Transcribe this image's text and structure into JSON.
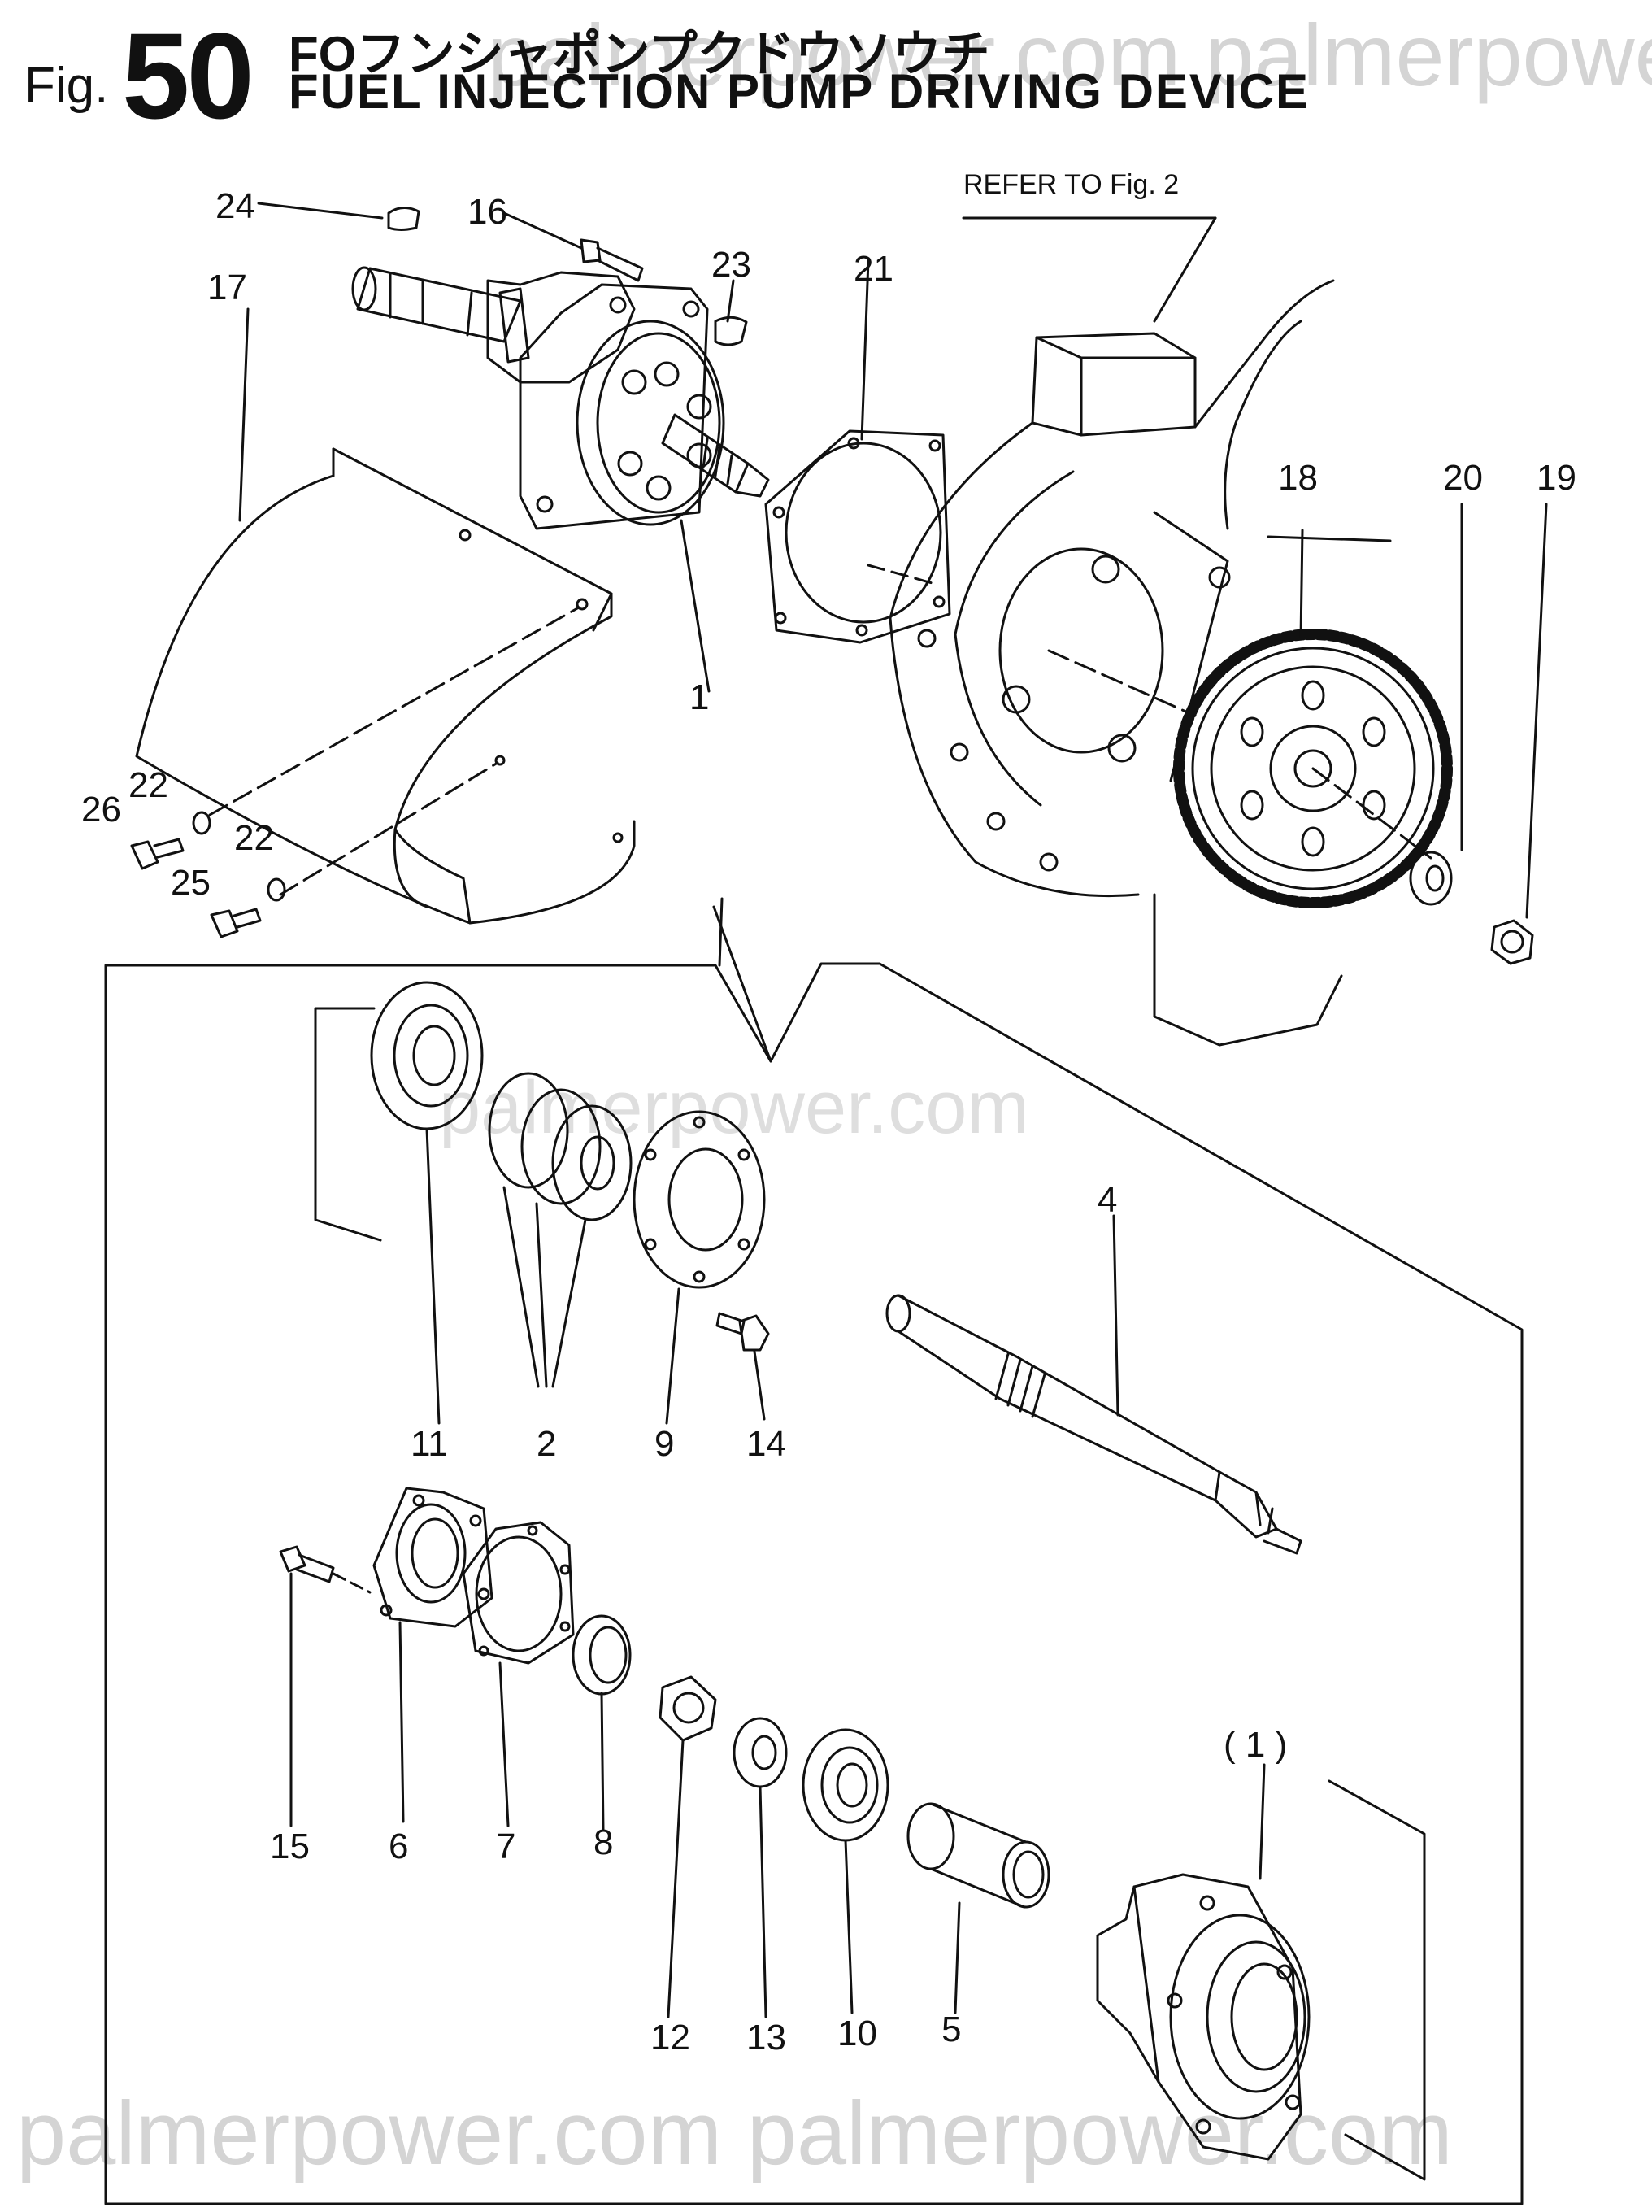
{
  "header": {
    "fig_prefix": "Fig.",
    "fig_number": "50",
    "title_jp": "FOフンシャポンプクドウソウチ",
    "title_en": "FUEL INJECTION PUMP DRIVING DEVICE"
  },
  "reference_note": "REFER TO Fig. 2",
  "callouts": [
    {
      "id": "c24",
      "text": "24"
    },
    {
      "id": "c16",
      "text": "16"
    },
    {
      "id": "c23",
      "text": "23"
    },
    {
      "id": "c21",
      "text": "21"
    },
    {
      "id": "c17",
      "text": "17"
    },
    {
      "id": "c18",
      "text": "18"
    },
    {
      "id": "c20",
      "text": "20"
    },
    {
      "id": "c19",
      "text": "19"
    },
    {
      "id": "c1",
      "text": "1"
    },
    {
      "id": "c26",
      "text": "26"
    },
    {
      "id": "c22a",
      "text": "22"
    },
    {
      "id": "c22b",
      "text": "22"
    },
    {
      "id": "c25",
      "text": "25"
    },
    {
      "id": "c4",
      "text": "4"
    },
    {
      "id": "c11",
      "text": "11"
    },
    {
      "id": "c2",
      "text": "2"
    },
    {
      "id": "c9",
      "text": "9"
    },
    {
      "id": "c14",
      "text": "14"
    },
    {
      "id": "c15",
      "text": "15"
    },
    {
      "id": "c6",
      "text": "6"
    },
    {
      "id": "c7",
      "text": "7"
    },
    {
      "id": "c8",
      "text": "8"
    },
    {
      "id": "c12",
      "text": "12"
    },
    {
      "id": "c13",
      "text": "13"
    },
    {
      "id": "c10",
      "text": "10"
    },
    {
      "id": "c5",
      "text": "5"
    },
    {
      "id": "c1p",
      "text": "( 1 )"
    }
  ],
  "watermarks": {
    "top": "palmerpower.com   palmerpower",
    "middle": "palmerpower.com",
    "bottom": "palmerpower.com   palmerpower.com"
  },
  "colors": {
    "ink": "#111111",
    "watermark": "#d4d4d4",
    "paper": "#ffffff"
  }
}
